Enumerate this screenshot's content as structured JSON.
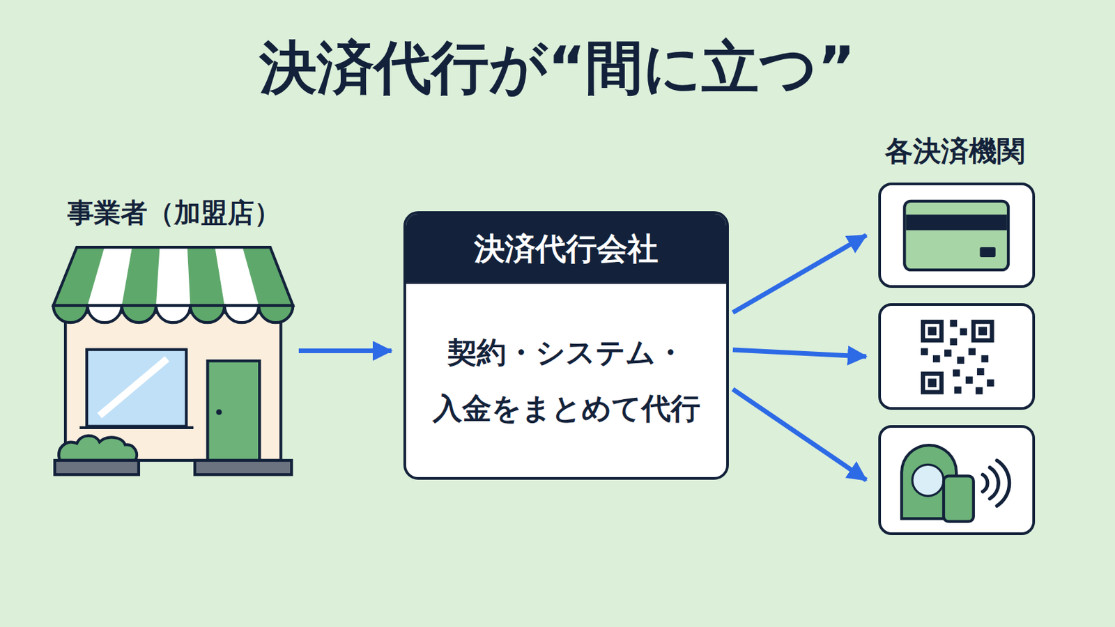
{
  "diagram": {
    "title": "決済代行が“間に立つ”",
    "nodes": [
      {
        "text": [
          "事業者（加盟店）"
        ]
      },
      {
        "text": [
          "決済代行会社",
          "契約・システム・ 入金をまとめて代行"
        ]
      },
      {
        "text": []
      },
      {
        "text": []
      },
      {
        "text": []
      }
    ],
    "edges": [
      {
        "from": 0,
        "to": 1,
        "arrow": "to"
      },
      {
        "from": 1,
        "to": 2,
        "arrow": "to"
      },
      {
        "from": 1,
        "to": 3,
        "arrow": "to"
      },
      {
        "from": 1,
        "to": 4,
        "arrow": "to"
      }
    ],
    "labels": [
      "各決済機関"
    ]
  }
}
